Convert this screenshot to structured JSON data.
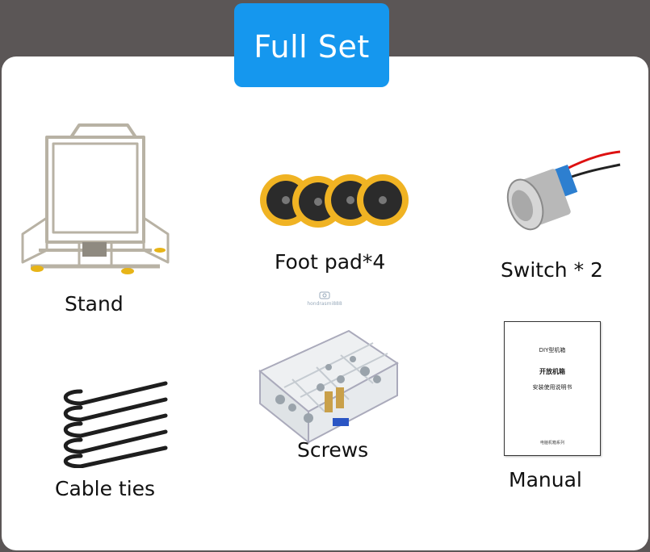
{
  "header": {
    "title": "Full Set"
  },
  "items": {
    "stand": {
      "label": "Stand"
    },
    "foot_pad": {
      "label": "Foot pad*4"
    },
    "switch": {
      "label": "Switch * 2"
    },
    "cable_ties": {
      "label": "Cable ties"
    },
    "screws": {
      "label": "Screws"
    },
    "manual": {
      "label": "Manual",
      "cover_line1": "DIY型机箱",
      "cover_line2": "开放机箱",
      "cover_line3": "安装使用说明书",
      "cover_footer": "电脑机箱系列"
    }
  },
  "watermark": {
    "text": "hondrasmi888"
  },
  "colors": {
    "badge": "#1597ee",
    "background": "#5b5656",
    "card": "#ffffff"
  }
}
